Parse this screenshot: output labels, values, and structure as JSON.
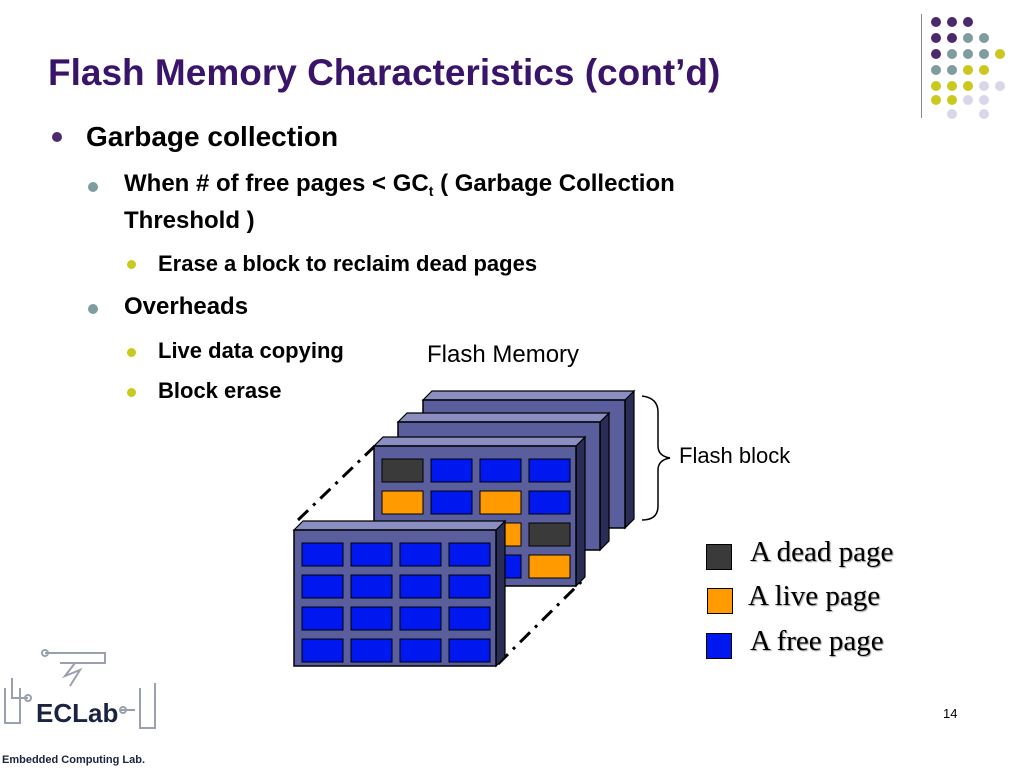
{
  "slide": {
    "title": "Flash Memory Characteristics (cont’d)",
    "page_number": "14"
  },
  "bullets": {
    "level1": "Garbage collection",
    "gc_condition_prefix": "When # of free pages < GC",
    "gc_condition_sub": "t",
    "gc_condition_suffix": " ( Garbage Collection",
    "gc_condition_line2": "Threshold )",
    "erase_block": "Erase a block to reclaim dead pages",
    "overheads": "Overheads",
    "live_copy": "Live data copying",
    "block_erase": "Block erase"
  },
  "diagram": {
    "flash_memory_label": "Flash Memory",
    "flash_block_label": "Flash block",
    "colors": {
      "dead": "#3a3a3a",
      "live": "#ff9a00",
      "free": "#0018f0",
      "block": "#5a5e9c"
    },
    "front_block_pages": [
      [
        "free",
        "free",
        "free",
        "free"
      ],
      [
        "free",
        "free",
        "free",
        "free"
      ],
      [
        "free",
        "free",
        "free",
        "free"
      ],
      [
        "free",
        "free",
        "free",
        "free"
      ]
    ],
    "third_block_pages": [
      [
        "dead",
        "free",
        "free",
        "free"
      ],
      [
        "live",
        "free",
        "live",
        "free"
      ],
      [
        "free",
        "free",
        "live",
        "dead"
      ],
      [
        "free",
        "free",
        "free",
        "live"
      ]
    ]
  },
  "legend": {
    "dead": "A dead page",
    "live": "A live page",
    "free": "A free page"
  },
  "logo": {
    "name": "ECLab",
    "subtitle": "Embedded Computing Lab."
  }
}
